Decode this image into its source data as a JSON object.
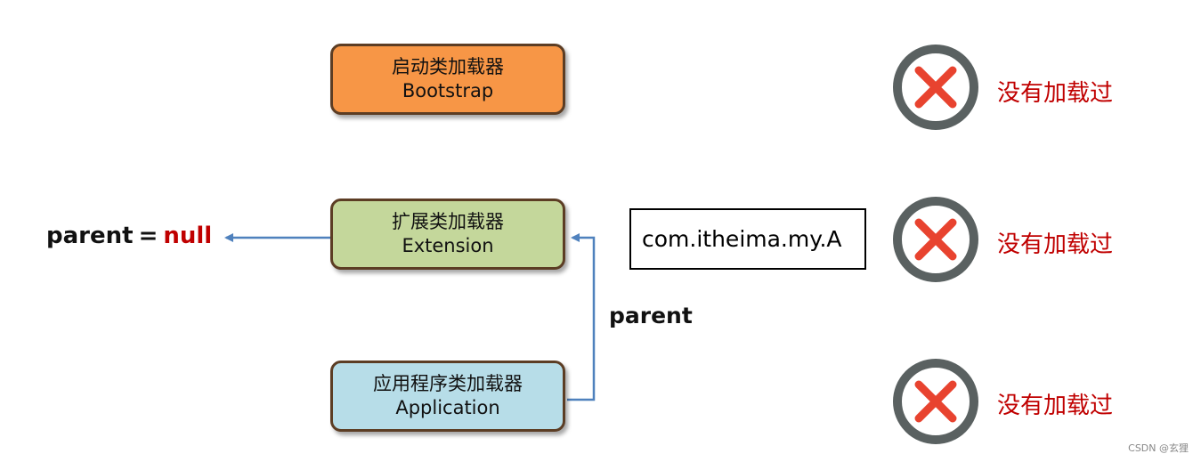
{
  "loaders": {
    "bootstrap": {
      "cn": "启动类加载器",
      "en": "Bootstrap"
    },
    "extension": {
      "cn": "扩展类加载器",
      "en": "Extension"
    },
    "application": {
      "cn": "应用程序类加载器",
      "en": "Application"
    }
  },
  "class_name": "com.itheima.my.A",
  "parent_null": {
    "parent": "parent",
    "eq": "=",
    "null": "null"
  },
  "parent_label": "parent",
  "status": {
    "bootstrap": "没有加载过",
    "extension": "没有加载过",
    "application": "没有加载过"
  },
  "watermark": "CSDN @玄狸",
  "colors": {
    "bootstrap": "#f79646",
    "extension": "#c4d79b",
    "application": "#b7dde8",
    "arrow": "#4f81bd",
    "not_loaded": "#c00000"
  }
}
